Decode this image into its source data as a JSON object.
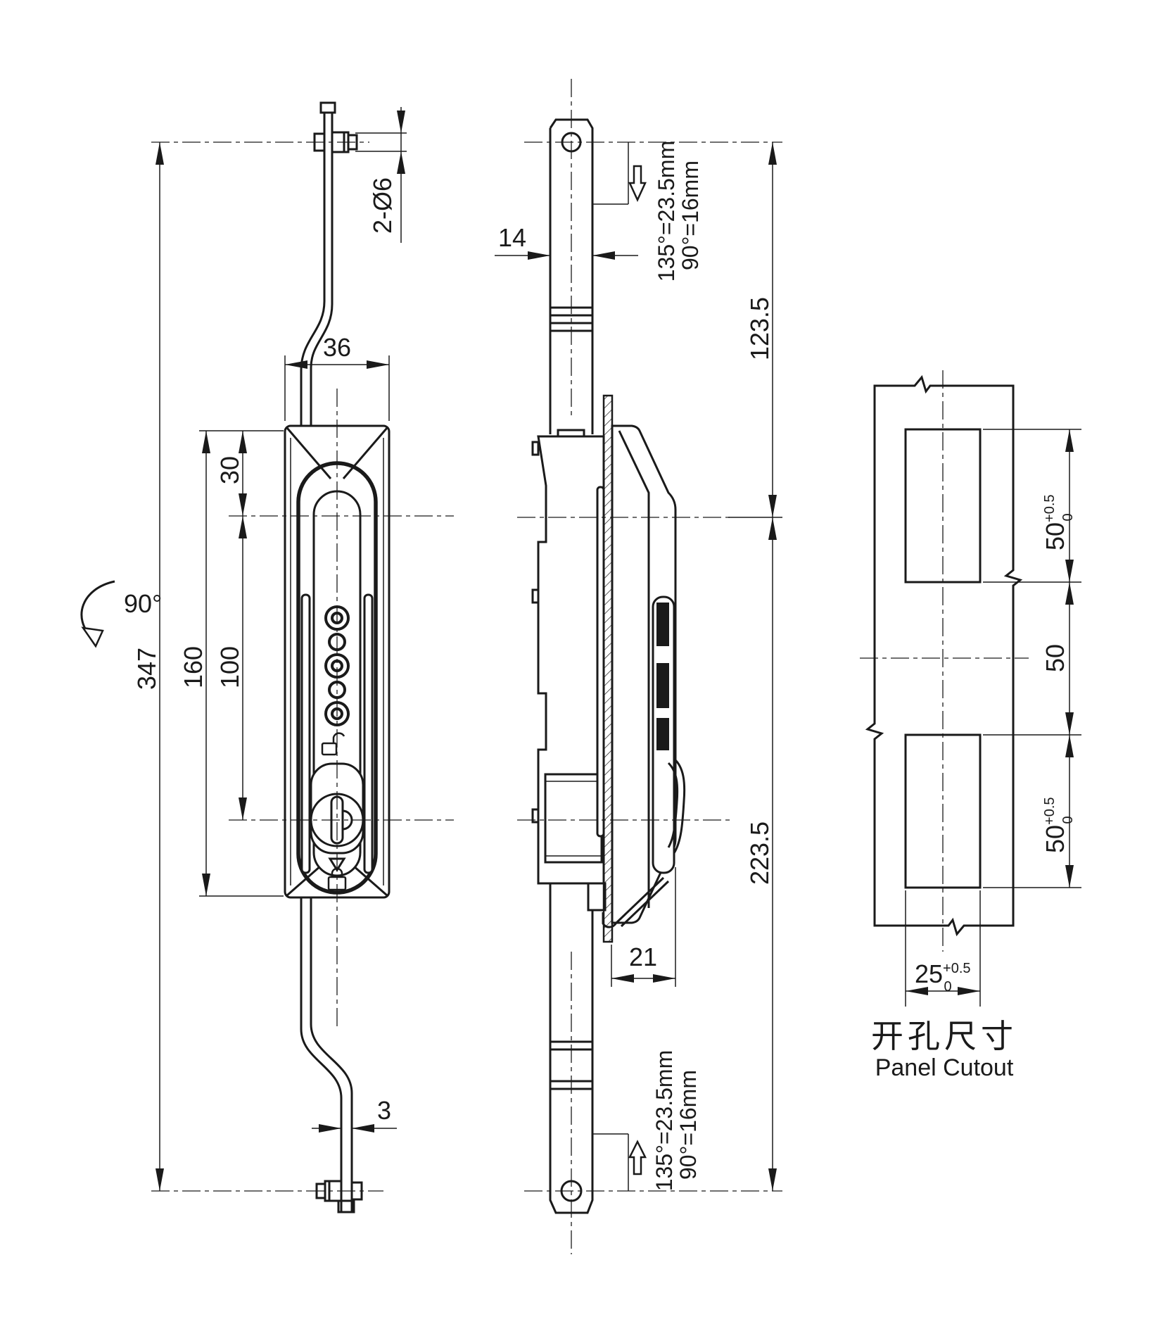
{
  "drawing": {
    "front": {
      "dims": {
        "pin_holes": "2-Ø6",
        "body_width": "36",
        "d30": "30",
        "d100": "100",
        "d160": "160",
        "d347": "347",
        "swing_angle": "90°",
        "rod_thickness": "3"
      }
    },
    "side": {
      "dims": {
        "rod_width": "14",
        "d123_5": "123.5",
        "d223_5": "223.5",
        "d21": "21"
      },
      "stroke_notes": {
        "line1": "135°=23.5mm",
        "line2": "90°=16mm"
      }
    },
    "cutout": {
      "dims": {
        "h50_tol": "50",
        "h50_mid": "50",
        "w25": "25",
        "tol_plus": "+0.5",
        "tol_zero": "0"
      },
      "caption_zh": "开孔尺寸",
      "caption_en": "Panel Cutout"
    },
    "colors": {
      "line": "#1a1a1a",
      "background": "#ffffff"
    }
  }
}
